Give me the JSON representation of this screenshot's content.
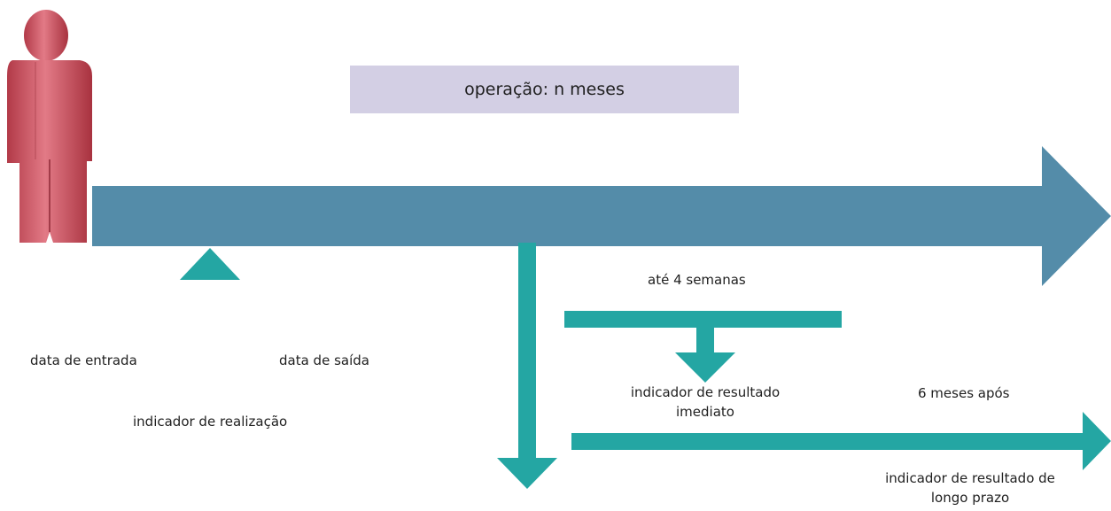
{
  "operation_label": "operação: n meses",
  "labels": {
    "entry_date": "data de entrada",
    "exit_date": "data de saída",
    "realization_indicator": "indicador de realização",
    "up_to_4_weeks": "até 4 semanas",
    "immediate_result_line1": "indicador de resultado",
    "immediate_result_line2": "imediato",
    "six_months_after": "6 meses após",
    "long_term_line1": "indicador de resultado de",
    "long_term_line2": "longo prazo"
  },
  "colors": {
    "main_arrow": "#548ca9",
    "teal": "#24a6a3",
    "box_fill": "#d3cfe4",
    "person": "#c84b58"
  },
  "icons": [
    "person-figure-icon"
  ]
}
